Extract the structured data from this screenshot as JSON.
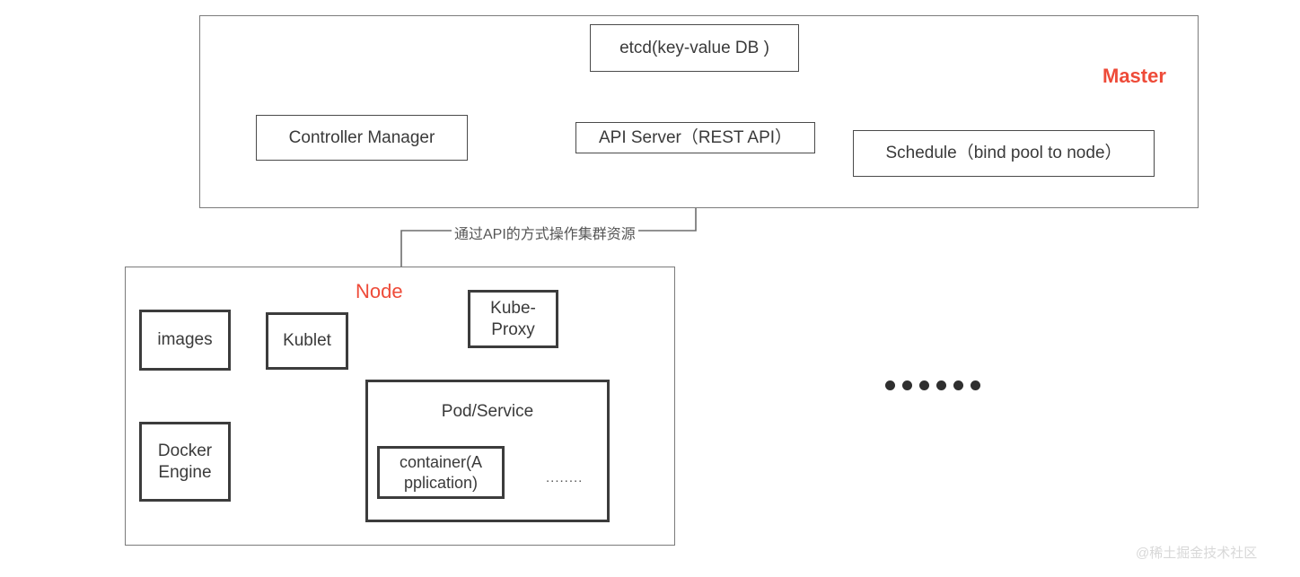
{
  "diagram": {
    "title_master": "Master",
    "title_node": "Node",
    "connector_label": "通过API的方式操作集群资源",
    "watermark": "@稀土掘金技术社区",
    "colors": {
      "accent_red": "#ee4b39",
      "box_border_thin": "#4a4a4a",
      "box_border_thick": "#3c3c3c",
      "group_border": "#7b7b7b",
      "text": "#3a3a3a",
      "watermark": "#d8d8d8"
    },
    "master": {
      "label": "Master",
      "components": [
        {
          "id": "etcd",
          "label": "etcd(key-value DB )"
        },
        {
          "id": "controller-manager",
          "label": "Controller Manager"
        },
        {
          "id": "api-server",
          "label": "API Server（REST API）"
        },
        {
          "id": "schedule",
          "label": "Schedule（bind pool to node）"
        }
      ]
    },
    "node": {
      "label": "Node",
      "components": [
        {
          "id": "images",
          "label": "images"
        },
        {
          "id": "kublet",
          "label": "Kublet"
        },
        {
          "id": "kube-proxy",
          "label": "Kube-\nProxy"
        },
        {
          "id": "docker-engine",
          "label": "Docker\nEngine"
        },
        {
          "id": "pod-service",
          "label": "Pod/Service"
        },
        {
          "id": "container",
          "label": "container(A\npplication)"
        }
      ],
      "container_ellipsis": "........"
    },
    "more_nodes_dots": 6
  }
}
